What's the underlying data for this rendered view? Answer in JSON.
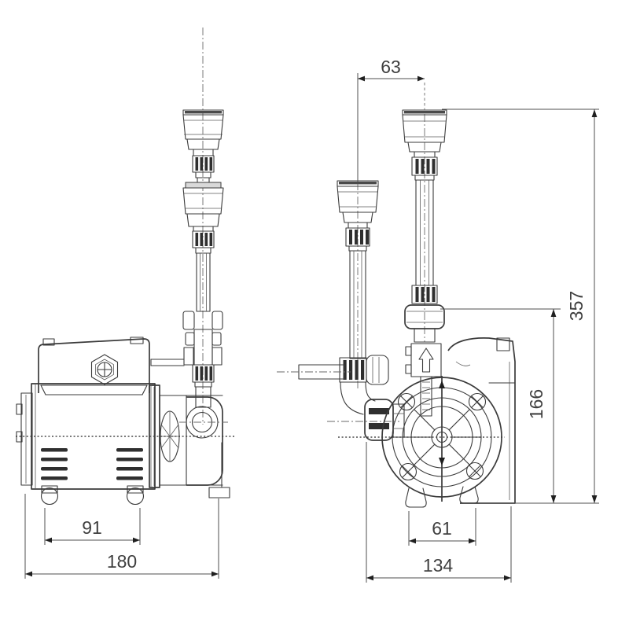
{
  "drawing": {
    "background_color": "#ffffff",
    "line_color": "#3b3b3b",
    "text_color": "#3f3f3f",
    "dimensions": {
      "hose_spacing": "63",
      "overall_height": "357",
      "outlet_height": "166",
      "side_foot_spacing": "91",
      "side_overall_depth": "180",
      "front_foot_spacing": "61",
      "front_overall_width": "134"
    },
    "icons": {
      "flow_direction": "up-arrow-icon"
    }
  }
}
